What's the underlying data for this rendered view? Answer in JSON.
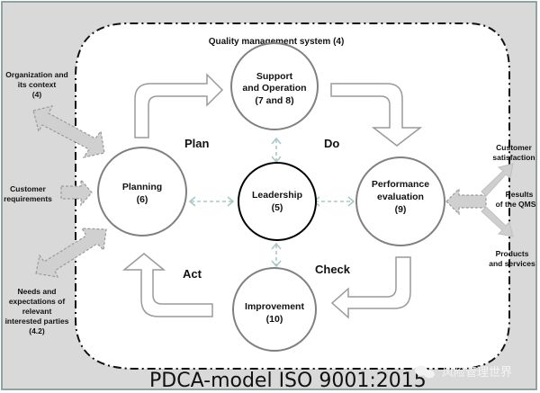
{
  "diagram": {
    "title": "PDCA-model ISO 9001:2015",
    "system_label": "Quality management system (4)",
    "watermark": "风险管理世界",
    "phases": {
      "plan": "Plan",
      "do": "Do",
      "check": "Check",
      "act": "Act"
    },
    "nodes": {
      "support": {
        "line1": "Support",
        "line2": "and Operation",
        "line3": "(7 and 8)"
      },
      "planning": {
        "line1": "Planning",
        "line2": "(6)"
      },
      "leadership": {
        "line1": "Leadership",
        "line2": "(5)"
      },
      "performance": {
        "line1": "Performance",
        "line2": "evaluation",
        "line3": "(9)"
      },
      "improvement": {
        "line1": "Improvement",
        "line2": "(10)"
      }
    },
    "inputs": {
      "organization": {
        "line1": "Organization and",
        "line2": "its context",
        "line3": "(4)"
      },
      "customer_requirements": {
        "line1": "Customer",
        "line2": "requirements"
      },
      "needs": {
        "line1": "Needs and",
        "line2": "expectations of",
        "line3": "relevant",
        "line4": "interested parties",
        "line5": "(4.2)"
      }
    },
    "outputs": {
      "customer_satisfaction": {
        "line1": "Customer",
        "line2": "satisfaction"
      },
      "results": {
        "line1": "Results",
        "line2": "of the QMS"
      },
      "products": {
        "line1": "Products",
        "line2": "and services"
      }
    },
    "colors": {
      "background": "#d9d9d9",
      "inner_area": "#ffffff",
      "frame_border": "#8a9a9a",
      "circle_stroke": "#808080",
      "leadership_stroke": "#000000",
      "dashed_connector": "#a9c8c8",
      "external_arrow_fill": "#d0d0d0",
      "external_arrow_stroke": "#9a9a9a"
    }
  }
}
